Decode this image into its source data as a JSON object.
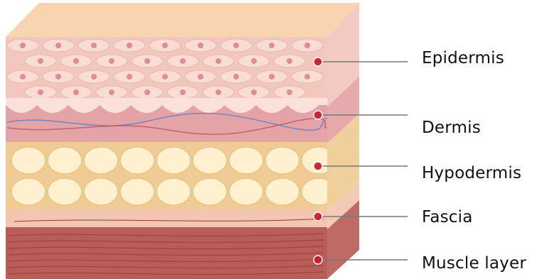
{
  "diagram": {
    "layers": [
      {
        "key": "epidermis",
        "label": "Epidermis"
      },
      {
        "key": "dermis",
        "label": "Dermis"
      },
      {
        "key": "hypodermis",
        "label": "Hypodermis"
      },
      {
        "key": "fascia",
        "label": "Fascia"
      },
      {
        "key": "muscle",
        "label": "Muscle layer"
      }
    ],
    "colors": {
      "top_face": "#f8d5b0",
      "epidermis": "#f2c7bd",
      "cell_nucleus": "#d98f95",
      "dermis": "#e4a3a6",
      "dermis_wave": "#fbe1da",
      "vessel_blue": "#7384c2",
      "vessel_red": "#c46172",
      "hypodermis_bg": "#efcc95",
      "fat_cell": "#fff0cf",
      "fascia": "#f3c6b1",
      "muscle": "#b95d58",
      "muscle_fiber": "#8e3a38",
      "marker_dot": "#cc1f2e",
      "leader_line": "#777777"
    }
  }
}
